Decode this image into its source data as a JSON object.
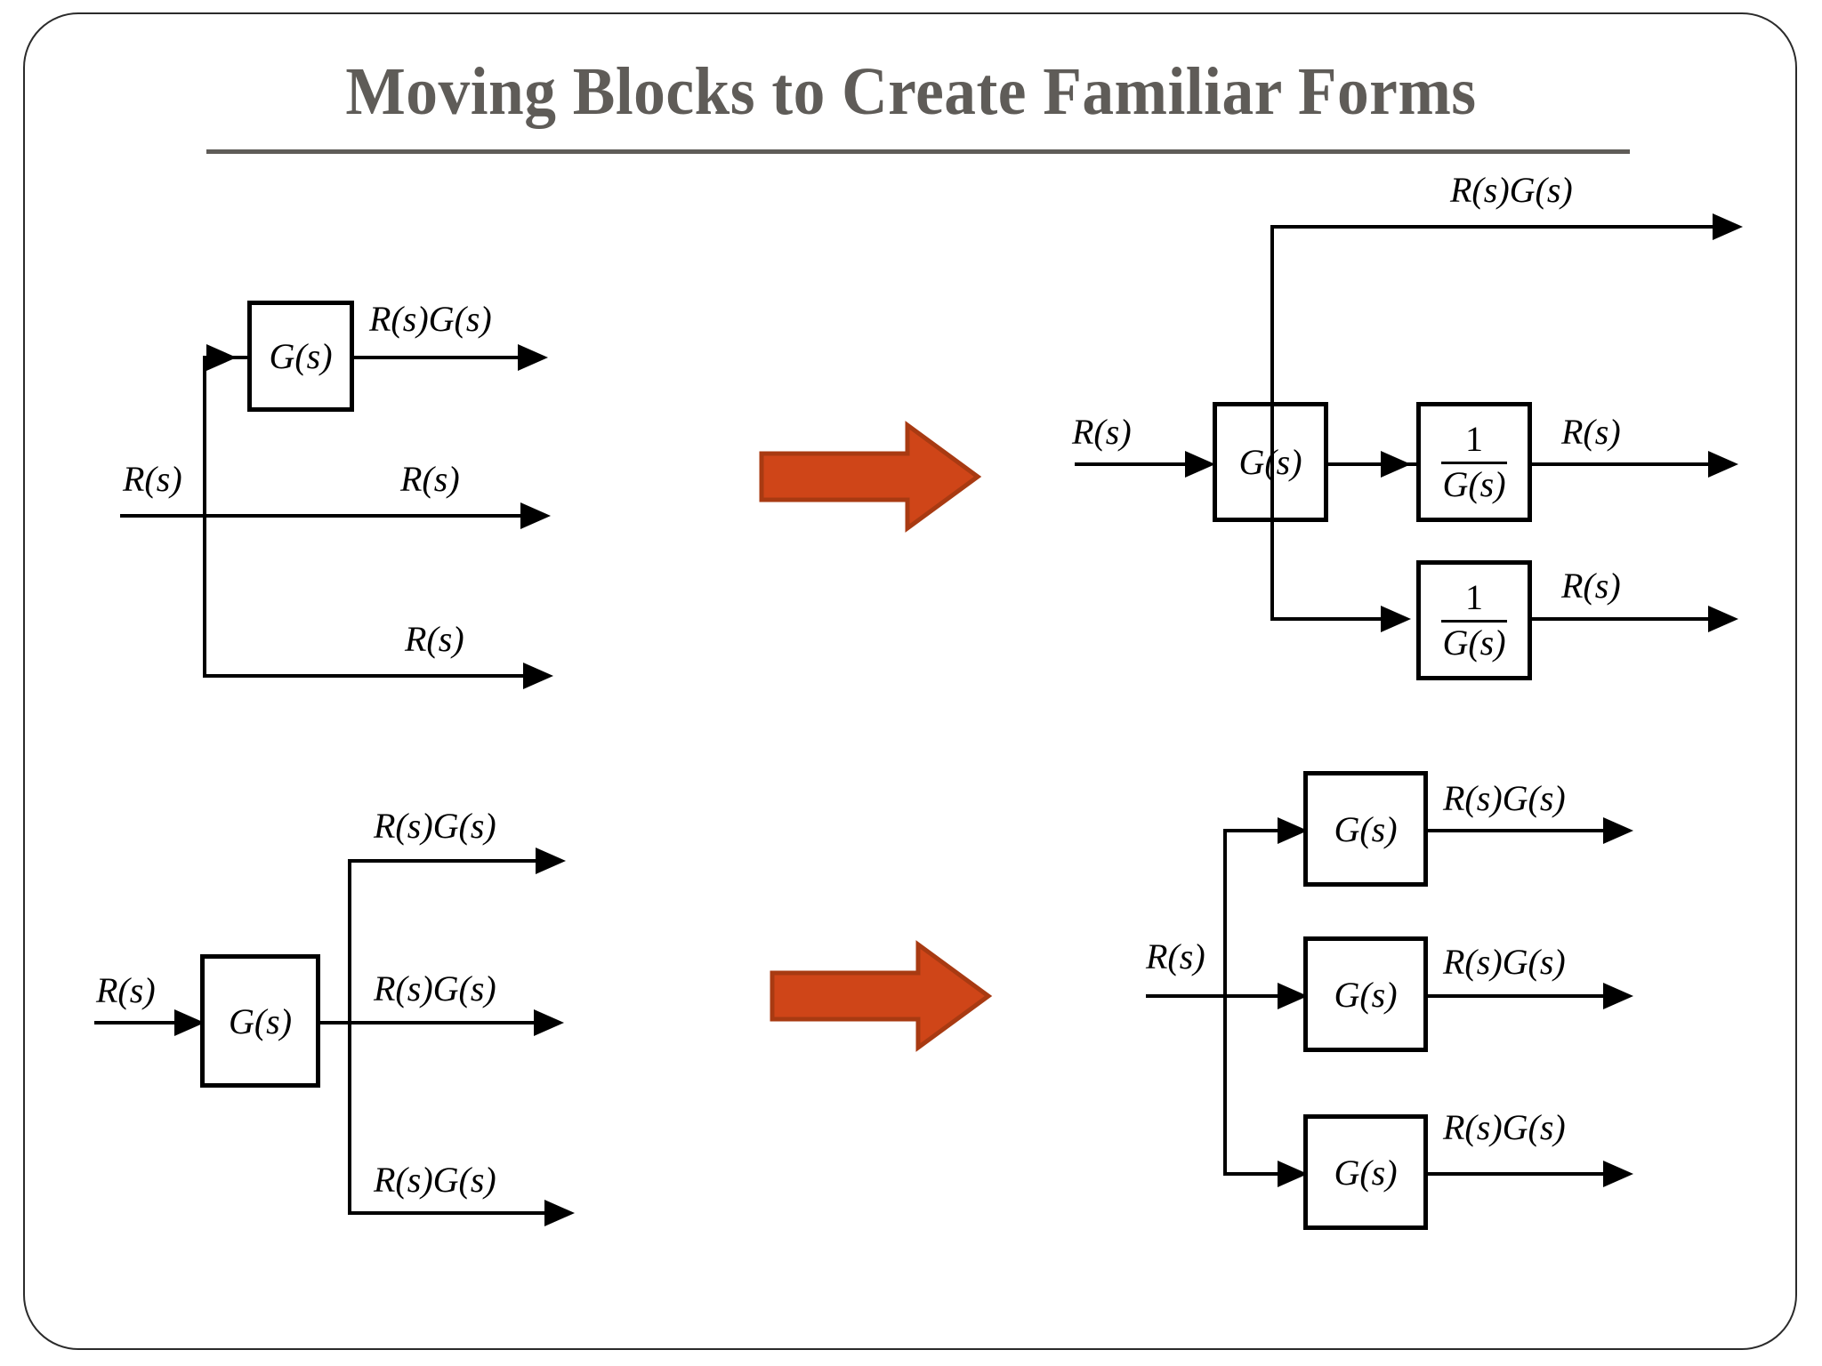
{
  "slide": {
    "title": "Moving Blocks to Create Familiar Forms",
    "title_color": "#5f5c58",
    "background": "#ffffff",
    "border_color": "#2b2b2b"
  },
  "symbols": {
    "R": "R(s)",
    "G": "G(s)",
    "RG": "R(s)G(s)",
    "one": "1",
    "invG_num": "1",
    "invG_den": "G(s)"
  },
  "arrows": {
    "fill": "#cf4518",
    "stroke": "#a83a12",
    "label": "transforms-to"
  },
  "examples": [
    {
      "name": "moving-pickoff-point-left-of-block",
      "before": {
        "name": "before-pickoff-left",
        "input_label": "R(s)",
        "block_label": "G(s)",
        "outputs": [
          "R(s)G(s)",
          "R(s)",
          "R(s)"
        ]
      },
      "after": {
        "name": "after-pickoff-left",
        "input_label": "R(s)",
        "blocks": [
          "G(s)",
          "1/G(s)",
          "1/G(s)"
        ],
        "outputs": [
          "R(s)G(s)",
          "R(s)",
          "R(s)"
        ]
      }
    },
    {
      "name": "moving-pickoff-point-right-of-block",
      "before": {
        "name": "before-pickoff-right",
        "input_label": "R(s)",
        "block_label": "G(s)",
        "outputs": [
          "R(s)G(s)",
          "R(s)G(s)",
          "R(s)G(s)"
        ]
      },
      "after": {
        "name": "after-pickoff-right",
        "input_label": "R(s)",
        "blocks": [
          "G(s)",
          "G(s)",
          "G(s)"
        ],
        "outputs": [
          "R(s)G(s)",
          "R(s)G(s)",
          "R(s)G(s)"
        ]
      }
    }
  ]
}
